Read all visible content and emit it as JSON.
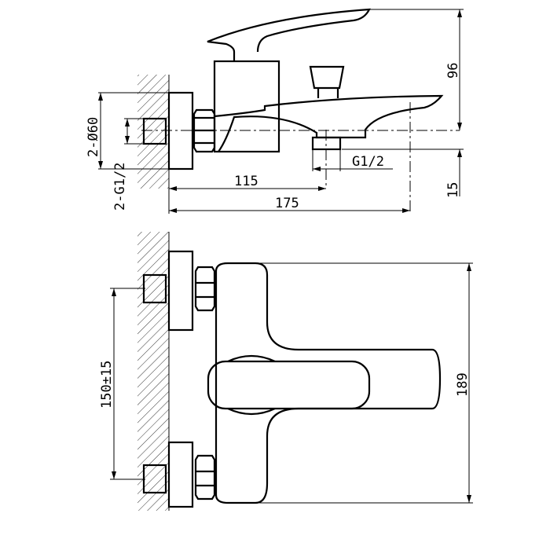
{
  "title": "Bath mixer dimension drawing",
  "side_view": {
    "dims": {
      "height": "96",
      "outlet_offset": "15",
      "outlet_thread": "G1/2",
      "to_outlet": "115",
      "total_length": "175",
      "flange_diameter": "2-Ø60",
      "inlet_thread": "2-G1/2"
    }
  },
  "front_view": {
    "dims": {
      "inlet_spacing": "150±15",
      "height": "189"
    }
  }
}
